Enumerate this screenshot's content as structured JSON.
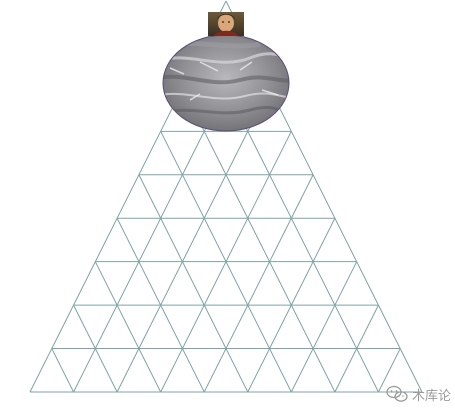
{
  "diagram": {
    "kind": "triangular-lattice-pyramid",
    "rows": 9,
    "line_color": "#7fa3a3",
    "top_image_icon": "portrait-thumbnail-icon",
    "oval_image_icon": "grey-marble-texture-icon",
    "oval_stroke": "#5b4d7a"
  },
  "watermark": {
    "icon": "wechat-logo-icon",
    "text": "木库论"
  }
}
